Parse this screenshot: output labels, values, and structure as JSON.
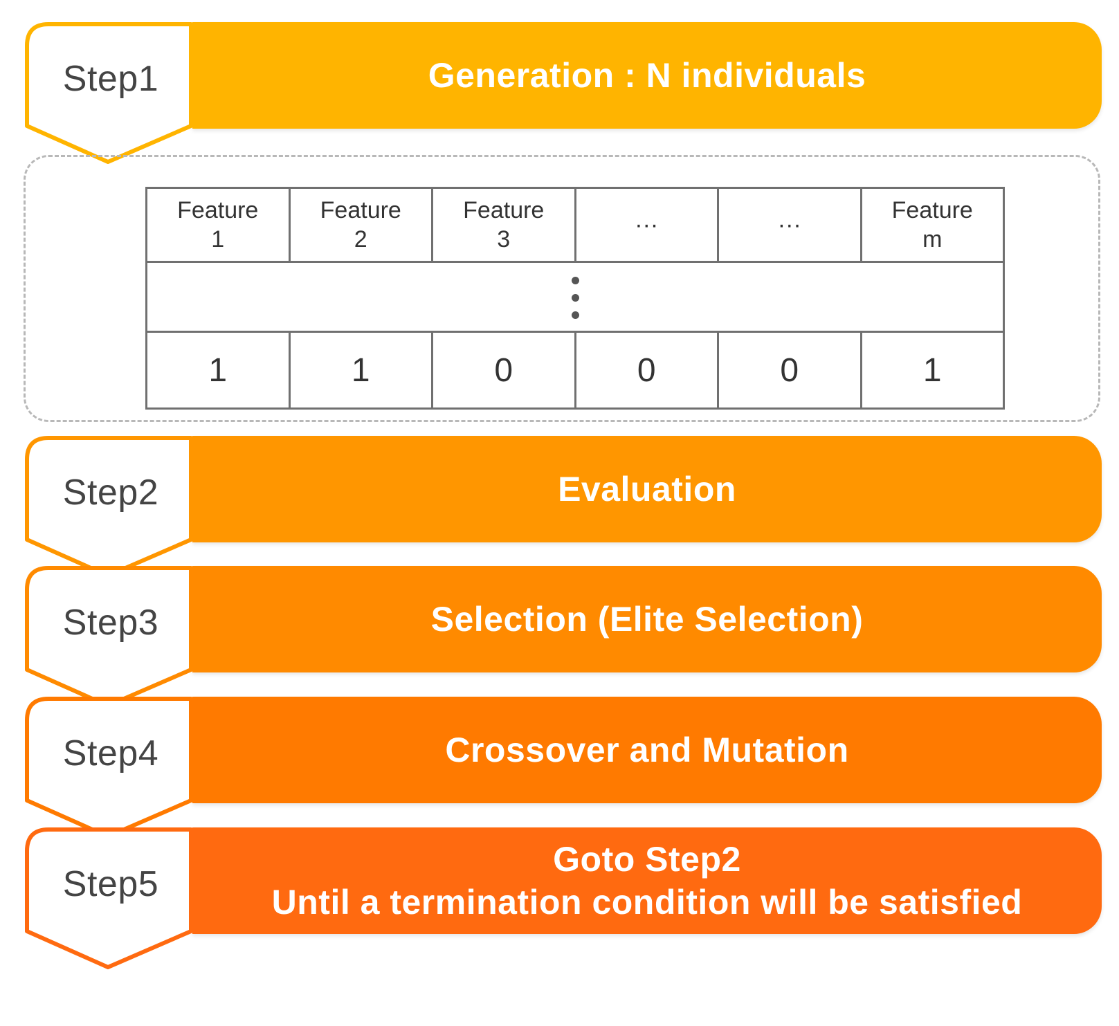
{
  "steps": [
    {
      "label": "Step1",
      "lines": [
        "Generation : N individuals"
      ],
      "color": "#FFB400"
    },
    {
      "label": "Step2",
      "lines": [
        "Evaluation"
      ],
      "color": "#FF9600"
    },
    {
      "label": "Step3",
      "lines": [
        "Selection (Elite Selection)"
      ],
      "color": "#FF8A00"
    },
    {
      "label": "Step4",
      "lines": [
        "Crossover and Mutation"
      ],
      "color": "#FF7A00"
    },
    {
      "label": "Step5",
      "lines": [
        "Goto Step2",
        "Until a termination condition will be satisfied"
      ],
      "color": "#FF6A10"
    }
  ],
  "table": {
    "headers": [
      [
        "Feature",
        "1"
      ],
      [
        "Feature",
        "2"
      ],
      [
        "Feature",
        "3"
      ],
      [
        "···"
      ],
      [
        "···"
      ],
      [
        "Feature",
        "m"
      ]
    ],
    "values": [
      "1",
      "1",
      "0",
      "0",
      "0",
      "1"
    ]
  },
  "colors": {
    "tag_border": "#FF9A1E",
    "table_border": "#707070",
    "dashed_border": "#B8B8B8"
  }
}
